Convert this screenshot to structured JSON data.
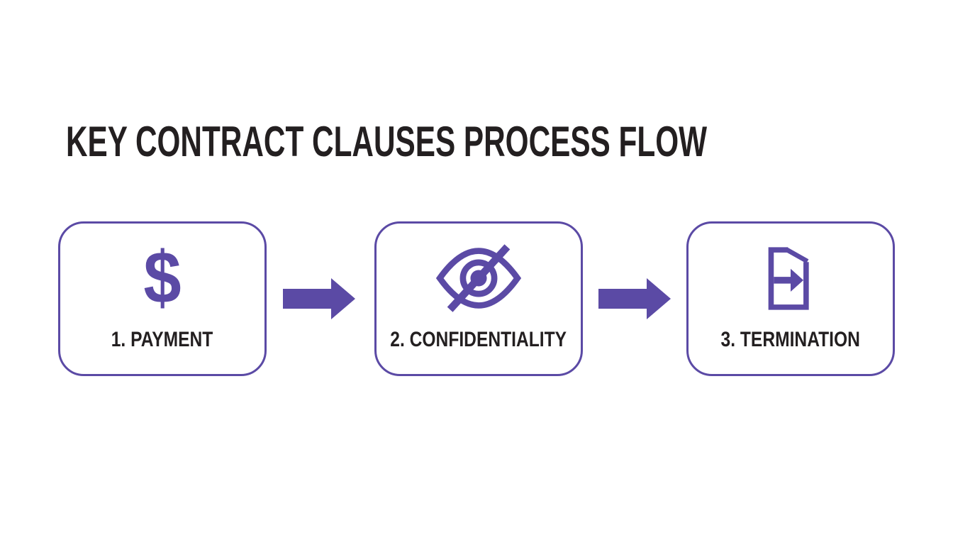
{
  "title": "KEY CONTRACT CLAUSES PROCESS FLOW",
  "colors": {
    "accent": "#5B4AA5",
    "text": "#231F20",
    "background": "#FFFFFF"
  },
  "flow": {
    "connector_icon": "arrow-right-icon",
    "steps": [
      {
        "label": "1. PAYMENT",
        "icon": "dollar-icon",
        "icon_glyph": "$"
      },
      {
        "label": "2. CONFIDENTIALITY",
        "icon": "eye-slash-icon"
      },
      {
        "label": "3. TERMINATION",
        "icon": "exit-door-icon"
      }
    ]
  }
}
